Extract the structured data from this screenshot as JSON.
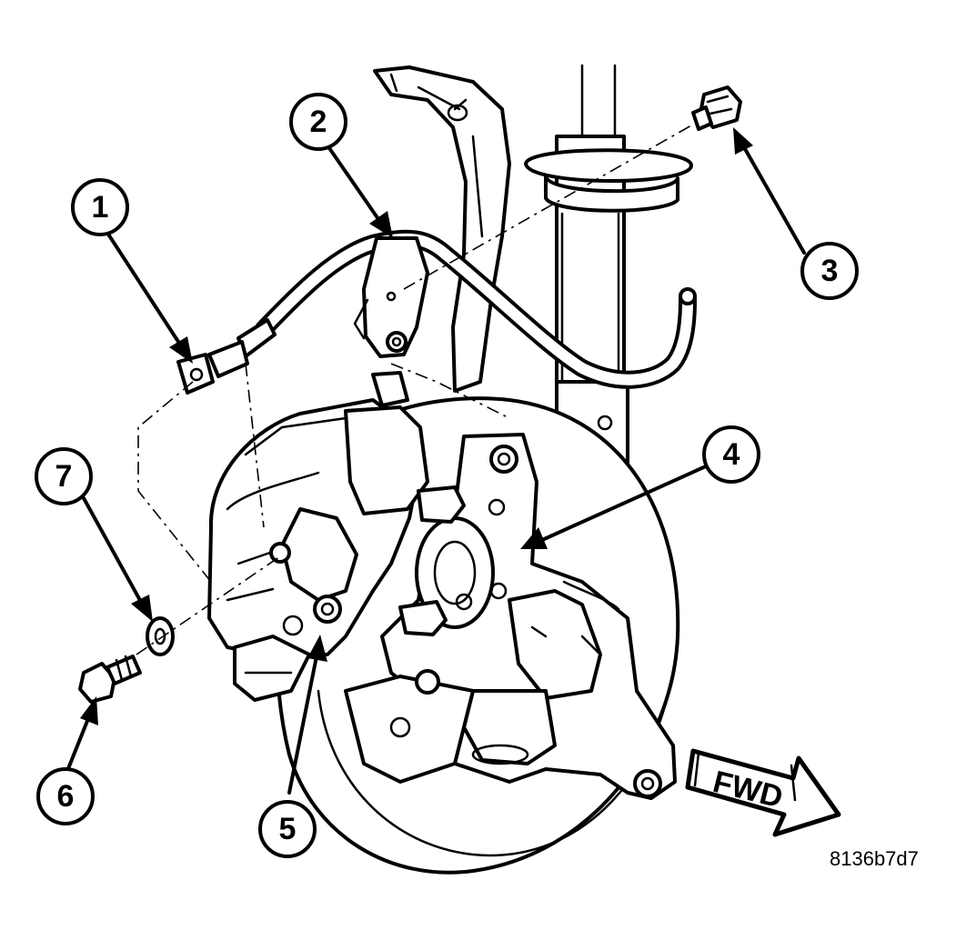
{
  "callouts": [
    {
      "id": "1",
      "label": "1"
    },
    {
      "id": "2",
      "label": "2"
    },
    {
      "id": "3",
      "label": "3"
    },
    {
      "id": "4",
      "label": "4"
    },
    {
      "id": "5",
      "label": "5"
    },
    {
      "id": "6",
      "label": "6"
    },
    {
      "id": "7",
      "label": "7"
    }
  ],
  "direction_arrow": {
    "label": "FWD"
  },
  "figure_code": "8136b7d7"
}
